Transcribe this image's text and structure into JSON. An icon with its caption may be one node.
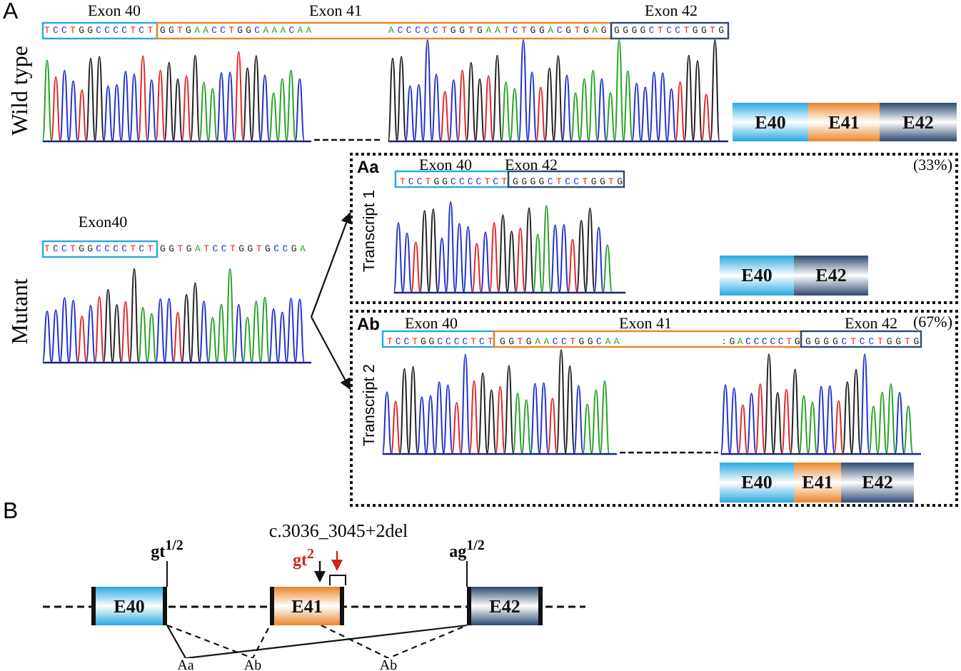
{
  "diagram": {
    "nodes": [
      {
        "text": [
          "E40"
        ]
      },
      {
        "text": [
          "E41"
        ]
      },
      {
        "text": [
          "E42"
        ]
      },
      {
        "text": [],
        "shape": "picture"
      },
      {
        "text": [
          "Aa",
          "Transcript 1",
          "(33%)"
        ]
      },
      {
        "text": [
          "E40"
        ],
        "in": 4
      },
      {
        "text": [
          "E42"
        ],
        "in": 4
      },
      {
        "text": [
          "Ab",
          "Transcript 2",
          "(67%)"
        ]
      },
      {
        "text": [
          "E40"
        ],
        "in": 7
      },
      {
        "text": [
          "E41"
        ],
        "in": 7
      },
      {
        "text": [
          "E42"
        ],
        "in": 7
      },
      {
        "text": [
          "E40"
        ]
      },
      {
        "text": [
          "E41"
        ]
      },
      {
        "text": [
          "E42"
        ]
      }
    ],
    "edges": [
      {
        "from": 3,
        "to": 4,
        "arrow": "to"
      },
      {
        "from": 3,
        "to": 7,
        "arrow": "to"
      },
      {
        "from": 11,
        "to": 13,
        "arrow": "none",
        "label": "Aa"
      },
      {
        "from": 11,
        "to": 12,
        "arrow": "none",
        "label": "Ab",
        "style": "dashed"
      },
      {
        "from": 12,
        "to": 13,
        "arrow": "none",
        "label": "Ab",
        "style": "dashed"
      }
    ],
    "labels": [
      "A",
      "Exon 40",
      "Exon 41",
      "Exon 42",
      "TCCTGGCCCCTCT",
      "GGTGAACCTGGCAAACAA",
      "ACCCCCTGGTGAATCTGGACGTGAG",
      "GGGGCTCCTGGTG",
      "Wild type",
      "Exon40",
      "TCCTGGCCCCTCT",
      "GGTGATCCTGGTGCCGA",
      "Mutant",
      "Exon 40",
      "Exon 42",
      "TCCTGGCCCCTCT",
      "GGGGCTCCTGGTG",
      "Exon 40",
      "Exon 41",
      "Exon 42",
      "TCCTGGCCCCTCT",
      "GGTGAACCTGGCAA",
      ":GACCCCCTG",
      "GGGGCTCCTGGTG",
      "B",
      "gt$^{1/2}$",
      "c.3036_3045+2del",
      "gt$^{2}$",
      "ag$^{1/2}$"
    ]
  }
}
